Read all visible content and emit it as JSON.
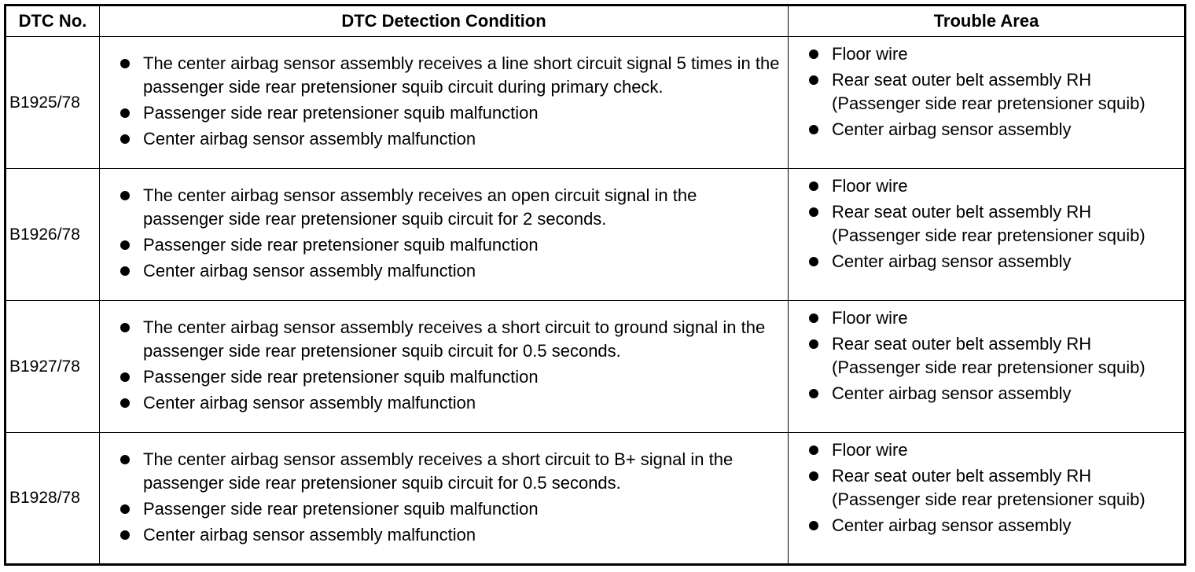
{
  "table": {
    "headers": [
      "DTC No.",
      "DTC Detection Condition",
      "Trouble Area"
    ],
    "rows": [
      {
        "code": "B1925/78",
        "conditions": [
          "The center airbag sensor assembly receives a line short circuit signal 5 times in the passenger side rear pretensioner squib circuit during primary check.",
          "Passenger side rear pretensioner squib malfunction",
          "Center airbag sensor assembly malfunction"
        ],
        "areas": [
          "Floor wire",
          "Rear seat outer belt assembly RH (Passenger side rear pretensioner squib)",
          "Center airbag sensor assembly"
        ]
      },
      {
        "code": "B1926/78",
        "conditions": [
          "The center airbag sensor assembly receives an open circuit signal in the passenger side rear pretensioner squib circuit for 2 seconds.",
          "Passenger side rear pretensioner squib malfunction",
          "Center airbag sensor assembly malfunction"
        ],
        "areas": [
          "Floor wire",
          "Rear seat outer belt assembly RH (Passenger side rear pretensioner squib)",
          "Center airbag sensor assembly"
        ]
      },
      {
        "code": "B1927/78",
        "conditions": [
          "The center airbag sensor assembly receives a short circuit to ground signal in the passenger side rear pretensioner squib circuit for 0.5 seconds.",
          "Passenger side rear pretensioner squib malfunction",
          "Center airbag sensor assembly malfunction"
        ],
        "areas": [
          "Floor wire",
          "Rear seat outer belt assembly RH (Passenger side rear pretensioner squib)",
          "Center airbag sensor assembly"
        ]
      },
      {
        "code": "B1928/78",
        "conditions": [
          "The center airbag sensor assembly receives a short circuit to B+ signal in the passenger side rear pretensioner squib circuit for 0.5 seconds.",
          "Passenger side rear pretensioner squib malfunction",
          "Center airbag sensor assembly malfunction"
        ],
        "areas": [
          "Floor wire",
          "Rear seat outer belt assembly RH (Passenger side rear pretensioner squib)",
          "Center airbag sensor assembly"
        ]
      }
    ]
  }
}
